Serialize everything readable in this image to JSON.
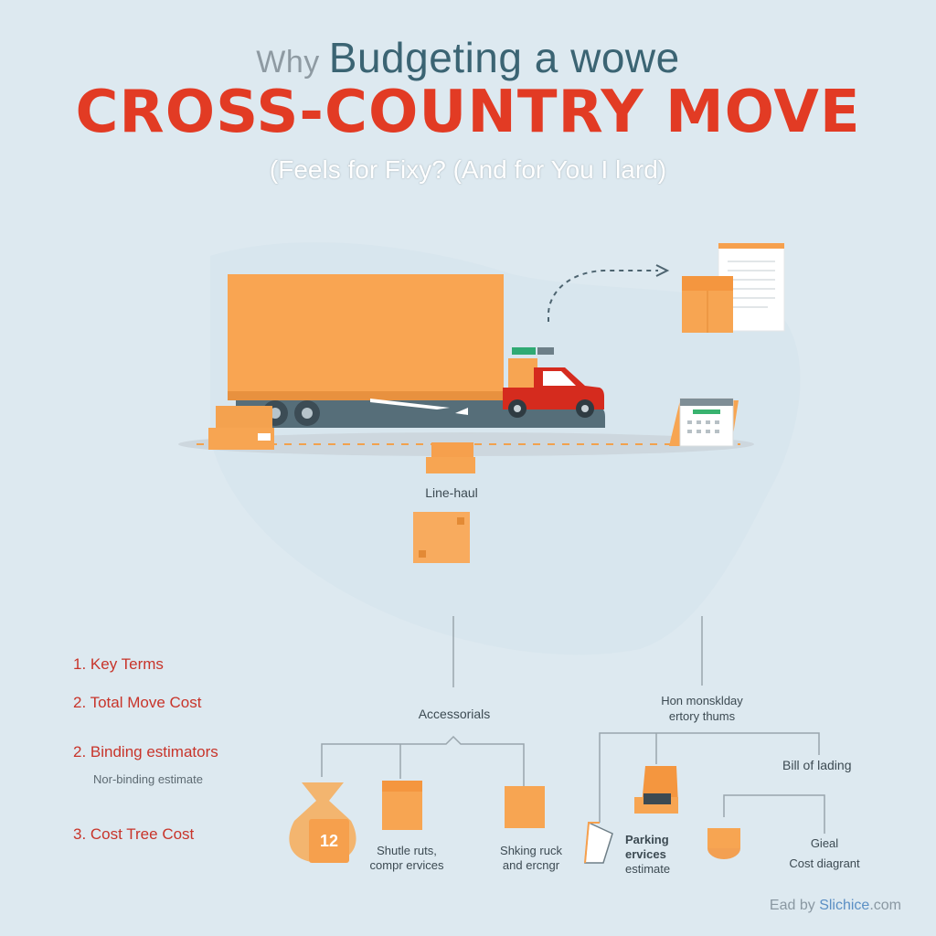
{
  "header": {
    "title_small": "Why",
    "title_main": "Budgeting a wowe",
    "headline": "CROSS-COUNTRY MOVE",
    "subtitle": "(Feels for Fixy? (And for You I lard)"
  },
  "diagram": {
    "line_haul_label": "Line-haul",
    "accessorials_label": "Accessorials",
    "right_branch_label_1": "Hon monsklday",
    "right_branch_label_2": "ertory thums",
    "bill_of_lading_label": "Bill of lading",
    "leaf_bag_number": "12",
    "leaf_1_label_1": "Shutle ruts,",
    "leaf_1_label_2": "compr ervices",
    "leaf_2_label_1": "Shking ruck",
    "leaf_2_label_2": "and ercngr",
    "leaf_3_label_1": "Parking",
    "leaf_3_label_2": "ervices",
    "leaf_3_label_3": "estimate",
    "leaf_4_label_1": "Gieal",
    "leaf_4_label_2": "Cost diagrant"
  },
  "key_list": {
    "item_1": "1.  Key Terms",
    "item_2": "2. Total Move Cost",
    "item_3": "2. Binding estimators",
    "item_3_sub": "Nor-binding estimate",
    "item_4": "3. Cost Tree Cost"
  },
  "footer": {
    "prefix": "Ead by ",
    "brand": "Slichice",
    "suffix": ".com"
  },
  "colors": {
    "accent_red": "#e23b24",
    "box_orange": "#f7a552",
    "trailer_orange": "#f9a552",
    "background": "#dde9f0"
  }
}
